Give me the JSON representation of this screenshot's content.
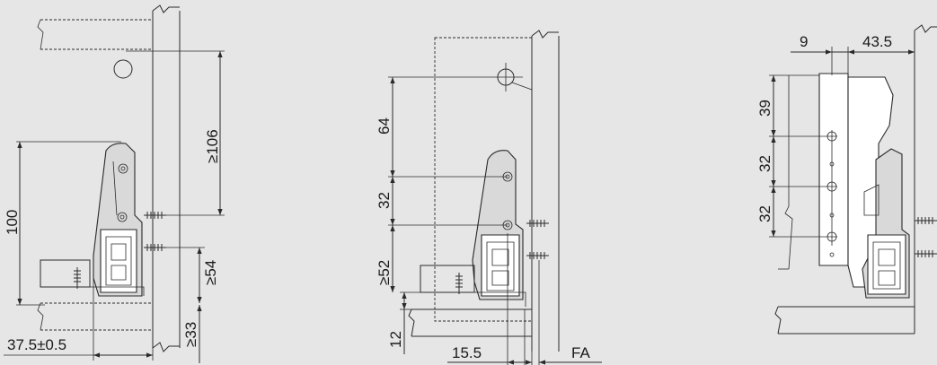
{
  "diagrams": {
    "left": {
      "dim_height": "100",
      "dim_top": "≥106",
      "dim_right": "≥54",
      "dim_bottom": "≥33",
      "dim_width": "37.5±0.5"
    },
    "middle": {
      "dim_a": "64",
      "dim_b": "32",
      "dim_c": "≥52",
      "dim_d": "12",
      "dim_width": "15.5",
      "dim_fa": "FA"
    },
    "right": {
      "dim_top_a": "9",
      "dim_top_b": "43.5",
      "dim_a": "39",
      "dim_b": "32",
      "dim_c": "32"
    }
  }
}
